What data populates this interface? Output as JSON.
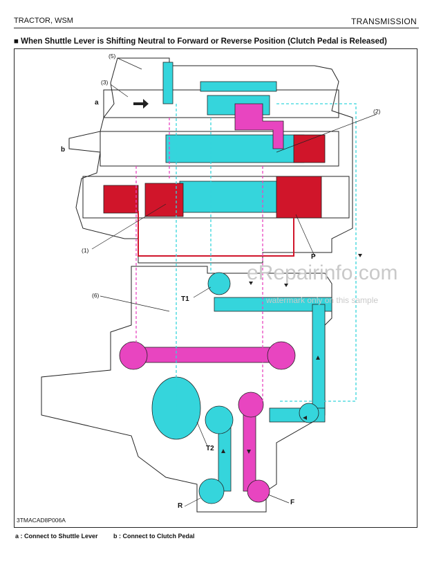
{
  "header": {
    "left": "TRACTOR, WSM",
    "right": "TRANSMISSION"
  },
  "section_title": "■ When Shuttle Lever is Shifting Neutral to Forward or Reverse Position (Clutch Pedal is Released)",
  "labels": {
    "n5": "(5)",
    "n3": "(3)",
    "n2": "(2)",
    "n1": "(1)",
    "n6": "(6)",
    "a": "a",
    "b": "b",
    "p": "P",
    "t1": "T1",
    "t2": "T2",
    "r": "R",
    "f": "F"
  },
  "figure_code": "3TMACAD8P006A",
  "watermark": {
    "main": "eRepairinfo.com",
    "sub": "watermark only on this sample"
  },
  "legend": [
    {
      "key": "a :",
      "text": "Connect to Shuttle Lever"
    },
    {
      "key": "b :",
      "text": "Connect to Clutch Pedal"
    }
  ],
  "colors": {
    "cyan": "#35d5dc",
    "magenta": "#e845c0",
    "red": "#d0152a",
    "outline": "#222222"
  }
}
